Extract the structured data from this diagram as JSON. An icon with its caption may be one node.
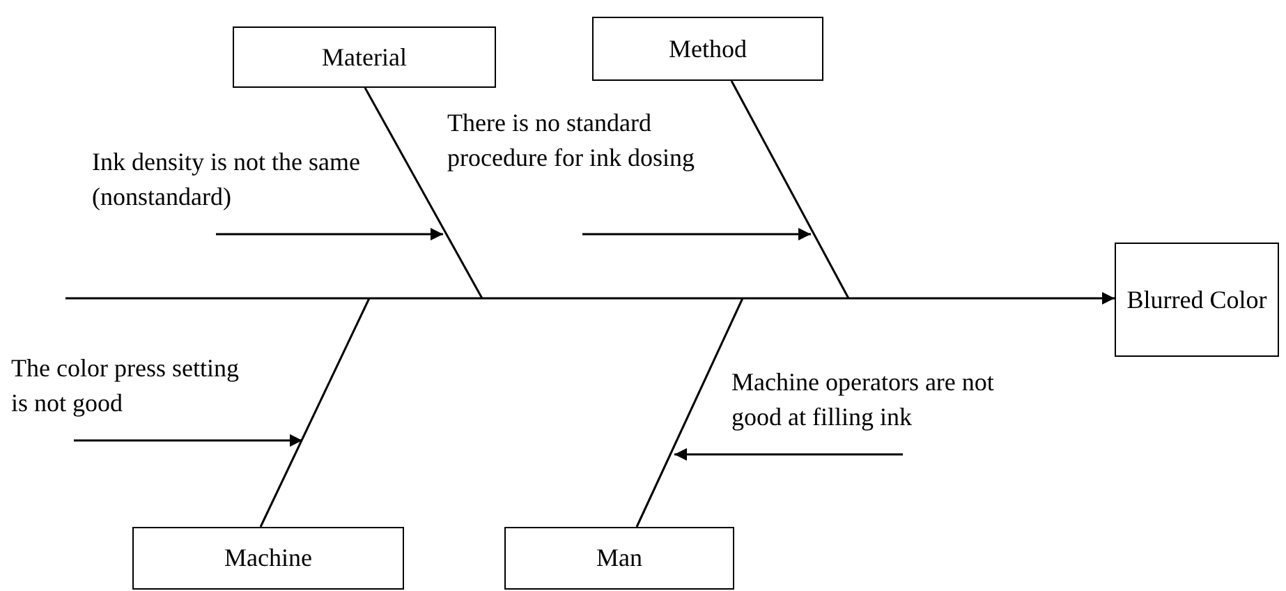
{
  "diagram": {
    "nodes": [
      {
        "text": [
          "Material"
        ]
      },
      {
        "text": [
          "Method"
        ]
      },
      {
        "text": [
          "Ink density is not the same (nonstandard)"
        ]
      },
      {
        "text": [
          "There is no standard procedure for ink dosing"
        ]
      },
      {
        "text": [
          "Blurred Color"
        ]
      },
      {
        "text": [
          "The color press setting is not good"
        ]
      },
      {
        "text": [
          "Machine operators are not good at filling ink"
        ]
      },
      {
        "text": [
          "Machine"
        ]
      },
      {
        "text": [
          "Man"
        ]
      }
    ],
    "edges": [
      {
        "from": null,
        "to": 4,
        "arrow": "to"
      },
      {
        "from": 0,
        "to": null,
        "arrow": "none"
      },
      {
        "from": 1,
        "to": null,
        "arrow": "none"
      },
      {
        "from": 7,
        "to": null,
        "arrow": "none"
      },
      {
        "from": 8,
        "to": null,
        "arrow": "none"
      },
      {
        "from": 2,
        "to": null,
        "arrow": "to"
      },
      {
        "from": 3,
        "to": null,
        "arrow": "to"
      },
      {
        "from": 5,
        "to": null,
        "arrow": "to"
      },
      {
        "from": 6,
        "to": null,
        "arrow": "to"
      }
    ]
  }
}
